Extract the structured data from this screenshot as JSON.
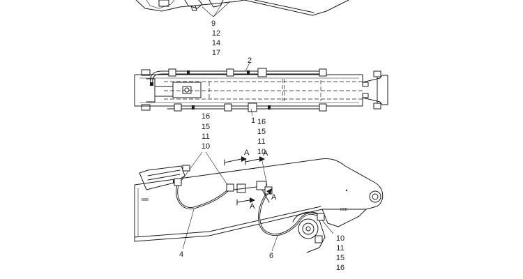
{
  "callouts": {
    "top_group": [
      "9",
      "12",
      "14",
      "17"
    ],
    "mid_upper": "2",
    "mid_lower": "1",
    "left_stack": [
      "16",
      "15",
      "11",
      "10"
    ],
    "right_stack": [
      "16",
      "15",
      "11",
      "10"
    ],
    "hose_left": "4",
    "hose_right": "6",
    "bottom_stack": [
      "10",
      "11",
      "15",
      "16"
    ]
  },
  "section_markers": [
    "A",
    "A",
    "A",
    "A"
  ],
  "small_marks": [
    "BBB",
    "BBB"
  ]
}
